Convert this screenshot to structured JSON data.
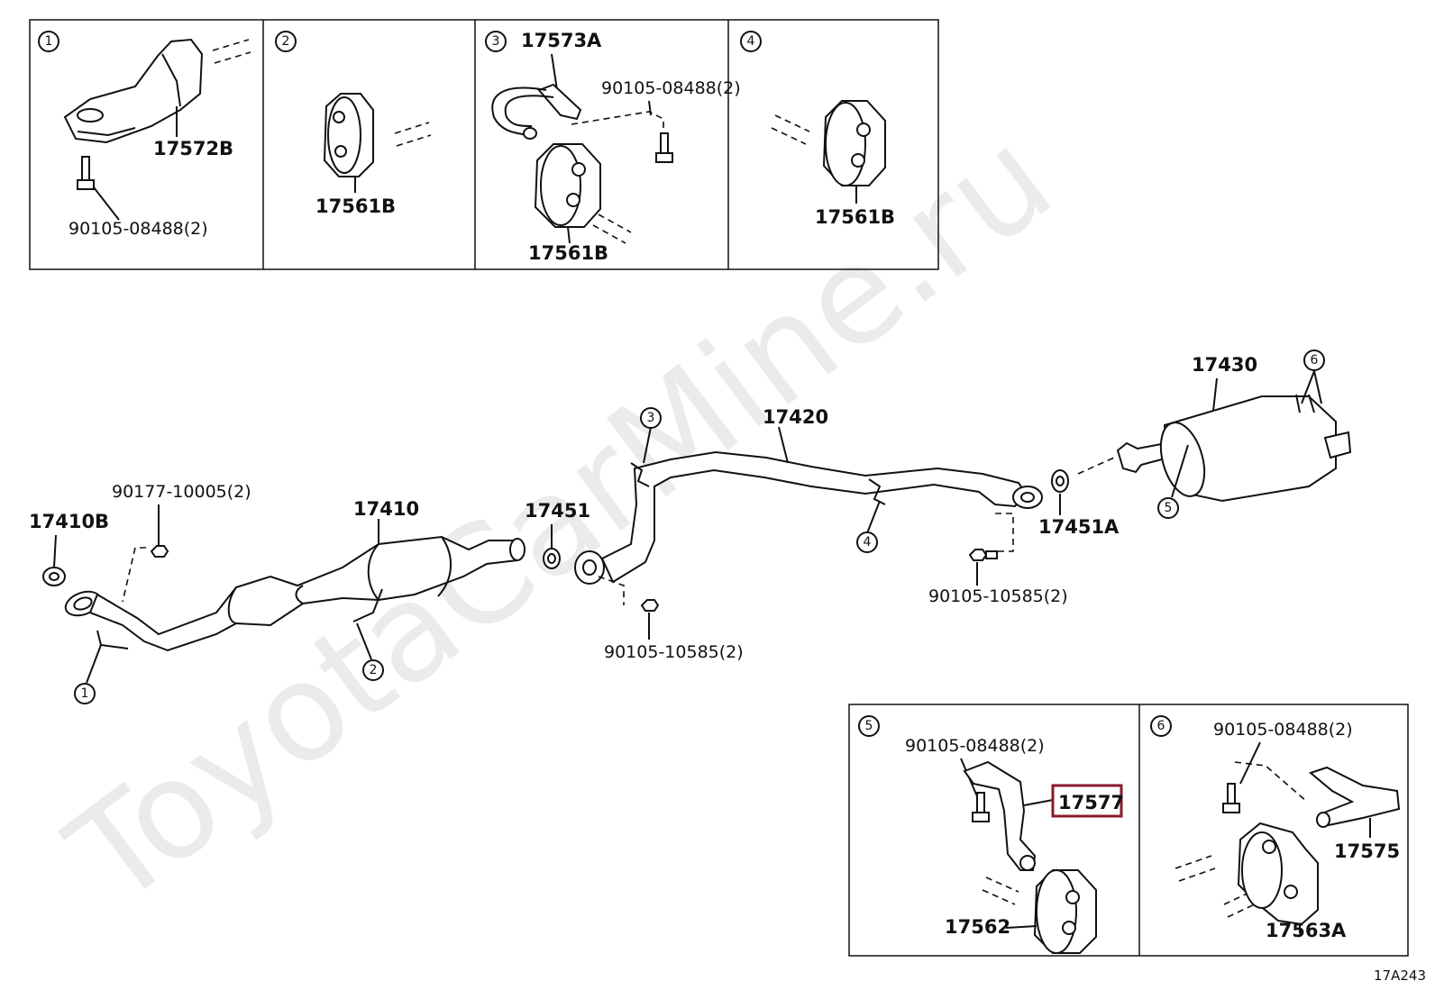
{
  "watermark": "ToyotaCarMine.ru",
  "reference_code": "17A243",
  "callouts": [
    "1",
    "2",
    "3",
    "4",
    "5",
    "6"
  ],
  "panel1": {
    "num": "1",
    "parts": [
      "17572B",
      "90105-08488(2)"
    ]
  },
  "panel2": {
    "num": "2",
    "parts": [
      "17561B"
    ]
  },
  "panel3": {
    "num": "3",
    "parts": [
      "17573A",
      "90105-08488(2)",
      "17561B"
    ]
  },
  "panel4": {
    "num": "4",
    "parts": [
      "17561B"
    ]
  },
  "panel5": {
    "num": "5",
    "parts": [
      "90105-08488(2)",
      "17577",
      "17562"
    ],
    "highlighted": "17577",
    "highlight_color": "#8a1a2c"
  },
  "panel6": {
    "num": "6",
    "parts": [
      "90105-08488(2)",
      "17575",
      "17563A"
    ]
  },
  "main": {
    "labels": [
      "17410B",
      "90177-10005(2)",
      "17410",
      "17451",
      "90105-10585(2)",
      "17420",
      "90105-10585(2)",
      "17451A",
      "17430"
    ]
  }
}
